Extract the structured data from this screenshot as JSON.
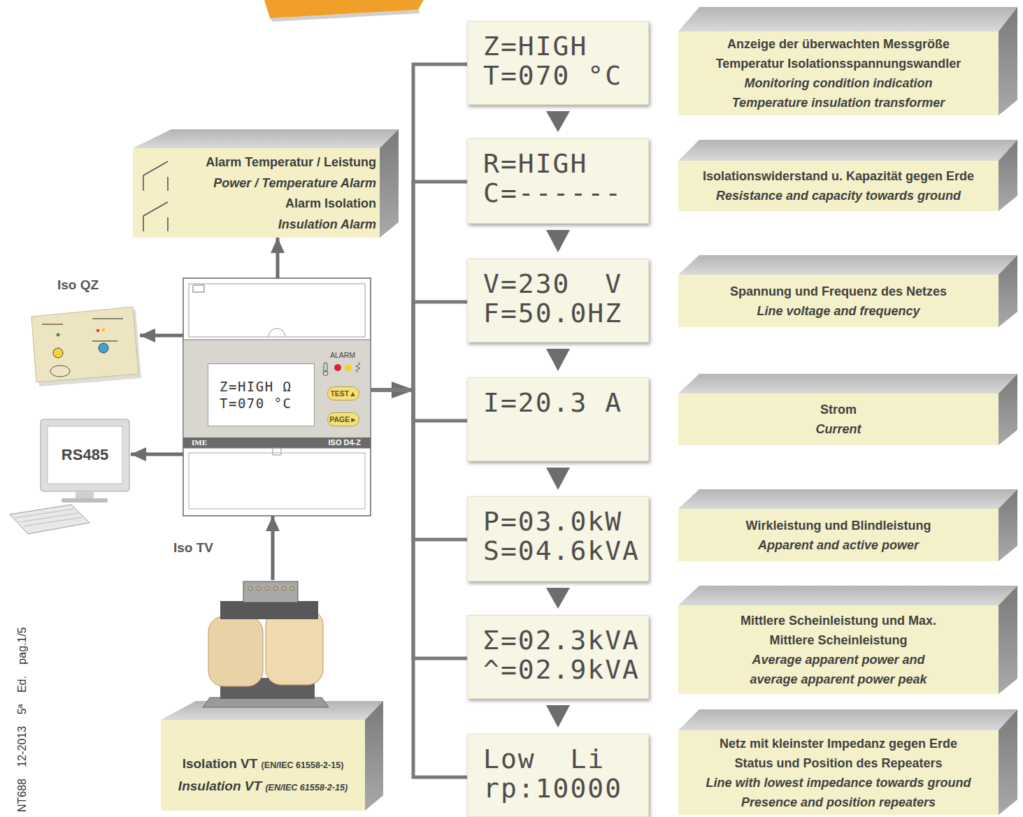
{
  "diagram": {
    "nodes": [
      {
        "text": [
          "Alarm Temperatur / Leistung",
          "Power / Temperature Alarm",
          "Alarm Isolation",
          "Insulation Alarm"
        ]
      },
      {
        "text": [
          "Iso QZ"
        ]
      },
      {
        "text": [
          "RS485"
        ]
      },
      {
        "text": [
          "ALARM",
          "IME",
          "ISO D4-Z"
        ]
      },
      {
        "text": [
          "Z=HIGH Ω",
          "T=070 °C"
        ],
        "in": 3
      },
      {
        "text": [
          "TEST▲"
        ],
        "in": 3
      },
      {
        "text": [
          "PAGE►"
        ],
        "in": 3
      },
      {
        "text": [
          "Isolation VT (EN/IEC 61558-2-15)",
          "Insulation VT (EN/IEC 61558-2-15)"
        ]
      },
      {
        "text": [
          "Z=HIGH",
          "T=070 °C"
        ]
      },
      {
        "text": [
          "R=HIGH",
          "C=------"
        ]
      },
      {
        "text": [
          "V=230  V",
          "F=50.0HZ"
        ]
      },
      {
        "text": [
          "I=20.3 A"
        ]
      },
      {
        "text": [
          "P=03.0kW",
          "S=04.6kVA"
        ]
      },
      {
        "text": [
          "Σ=02.3kVA",
          "^=02.9kVA"
        ]
      },
      {
        "text": [
          "Low  Li",
          "rp:10000"
        ]
      },
      {
        "text": [
          "Anzeige der überwachten Messgröße",
          "Temperatur Isolationsspannungswandler",
          "Monitoring condition indication",
          "Temperature insulation transformer"
        ]
      },
      {
        "text": [
          "Isolationswiderstand u. Kapazität gegen Erde",
          "Resistance and capacity towards ground"
        ]
      },
      {
        "text": [
          "Spannung und Frequenz des Netzes",
          "Line voltage and frequency"
        ]
      },
      {
        "text": [
          "Strom",
          "Current"
        ]
      },
      {
        "text": [
          "Wirkleistung und Blindleistung",
          "Apparent and active power"
        ]
      },
      {
        "text": [
          "Mittlere Scheinleistung und Max. Mittlere Scheinleistung",
          "Average apparent power and average apparent power peak"
        ]
      },
      {
        "text": [
          "Netz mit kleinster Impedanz gegen Erde",
          "Status und Position des Repeaters",
          "Line with lowest impedance towards ground",
          "Presence and position repeaters"
        ]
      }
    ],
    "edges": [
      {
        "from": 3,
        "to": 0,
        "arrow": "to"
      },
      {
        "from": 3,
        "to": 1,
        "arrow": "to"
      },
      {
        "from": 3,
        "to": 2,
        "arrow": "to"
      },
      {
        "from": 7,
        "to": 3,
        "label": "Iso TV",
        "arrow": "to"
      },
      {
        "from": 3,
        "to": 8,
        "arrow": "none"
      },
      {
        "from": 3,
        "to": 9,
        "arrow": "none"
      },
      {
        "from": 3,
        "to": 10,
        "arrow": "none"
      },
      {
        "from": 3,
        "to": 11,
        "arrow": "none"
      },
      {
        "from": 3,
        "to": 12,
        "arrow": "none"
      },
      {
        "from": 3,
        "to": 13,
        "arrow": "none"
      },
      {
        "from": 3,
        "to": 14,
        "arrow": "none"
      },
      {
        "from": 8,
        "to": 9,
        "arrow": "to"
      },
      {
        "from": 9,
        "to": 10,
        "arrow": "to"
      },
      {
        "from": 10,
        "to": 11,
        "arrow": "to"
      },
      {
        "from": 11,
        "to": 12,
        "arrow": "to"
      },
      {
        "from": 12,
        "to": 13,
        "arrow": "to"
      },
      {
        "from": 13,
        "to": 14,
        "arrow": "to"
      }
    ],
    "labels": [
      "NT688 12-2013 5ª Ed. pag.1/5"
    ]
  }
}
